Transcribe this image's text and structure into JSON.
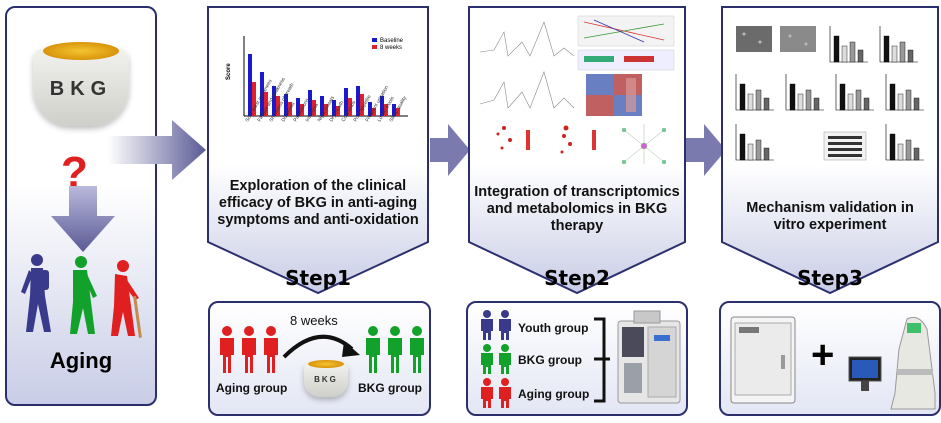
{
  "aging_panel": {
    "cup_label": "BKG",
    "question_mark": "?",
    "title": "Aging"
  },
  "step1": {
    "description": "Exploration of the clinical efficacy of BKG in anti-aging symptoms and anti-oxidation",
    "label": "Step1",
    "legend": [
      "Baseline",
      "8 weeks"
    ],
    "bottom": {
      "duration": "8 weeks",
      "left_group": "Aging group",
      "right_group": "BKG group",
      "cup_label": "BKG"
    }
  },
  "step2": {
    "description": "Integration of transcriptomics and metabolomics in BKG therapy",
    "label": "Step2",
    "groups": [
      "Youth group",
      "BKG group",
      "Aging group"
    ]
  },
  "step3": {
    "description": "Mechanism validation in vitro experiment",
    "label": "Step3",
    "plus": "+"
  },
  "colors": {
    "border": "#2b2f6e",
    "arrow": "#5a5a96",
    "youth": "#3a3a8c",
    "bkg": "#12a12a",
    "aging": "#e02020",
    "baseline": "#1a1acc",
    "eight_weeks": "#e0202a"
  }
}
